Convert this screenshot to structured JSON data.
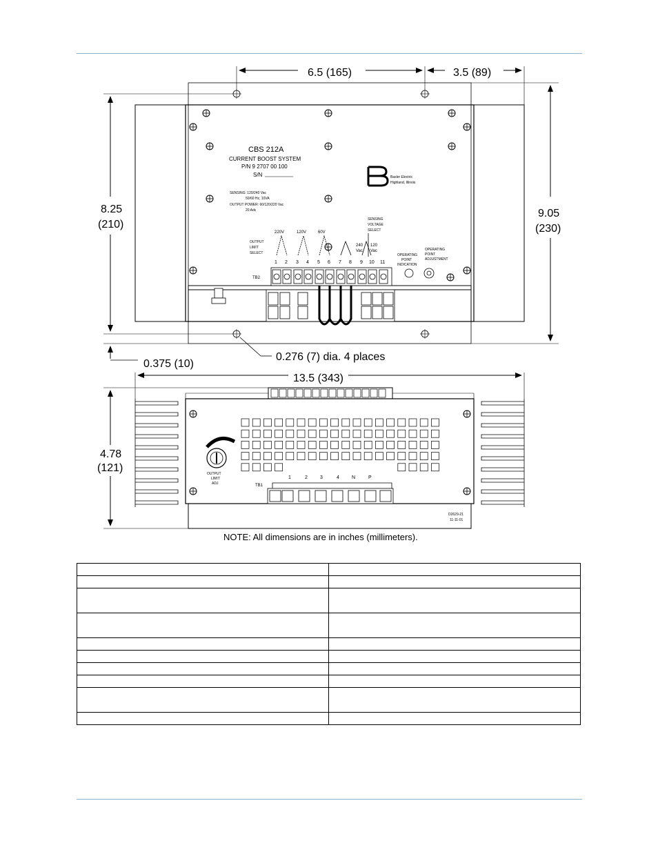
{
  "dimensions": {
    "top_width": "6.5 (165)",
    "top_right": "3.5 (89)",
    "left_height_in": "8.25",
    "left_height_mm": "(210)",
    "right_height_in": "9.05",
    "right_height_mm": "(230)",
    "hole_note": "0.276 (7) dia. 4 places",
    "bottom_offset": "0.375 (10)",
    "overall_width": "13.5 (343)",
    "side_height_in": "4.78",
    "side_height_mm": "(121)",
    "note": "NOTE: All dimensions are in inches (millimeters)."
  },
  "panel": {
    "model": "CBS 212A",
    "name": "CURRENT BOOST SYSTEM",
    "pn": "P/N 9 2707 00 100",
    "sn": "S/N",
    "sensing": "SENSING: 120/240 Vac",
    "sensing2": "50/60 Hz, 10VA",
    "output_power": "OUTPUT POWER: 60/120/220 Vac",
    "output_amps": "20 Adc",
    "brand1": "Basler Electric",
    "brand2": "Highland, Illinois",
    "sensing_select": [
      "SENSING",
      "VOLTAGE",
      "SELECT"
    ],
    "output_limit_select": [
      "OUTPUT",
      "LIMIT",
      "SELECT"
    ],
    "v220": "220V",
    "v120": "120V",
    "v60": "60V",
    "v240": "240",
    "v120b": "120",
    "vac": "Vac",
    "terminals": [
      "1",
      "2",
      "3",
      "4",
      "5",
      "6",
      "7",
      "8",
      "9",
      "10",
      "11"
    ],
    "tb2": "TB2",
    "op_ind": [
      "OPERATING",
      "POINT",
      "INDICATION"
    ],
    "op_adj": [
      "OPERATING",
      "POINT",
      "ADJUSTMENT"
    ]
  },
  "front": {
    "output_limit_adj": [
      "OUTPUT",
      "LIMIT",
      "ADJ"
    ],
    "tb1": "TB1",
    "tb1_terminals": [
      "1",
      "2",
      "3",
      "4",
      "N",
      "P"
    ],
    "drawing_no": "D2629-21",
    "drawing_date": "11-11-01"
  },
  "table": {
    "rows": [
      [
        "",
        ""
      ],
      [
        "",
        ""
      ],
      [
        "",
        ""
      ],
      [
        "",
        ""
      ],
      [
        "",
        ""
      ],
      [
        "",
        ""
      ],
      [
        "",
        ""
      ],
      [
        "",
        ""
      ],
      [
        "",
        ""
      ],
      [
        "",
        ""
      ]
    ]
  }
}
